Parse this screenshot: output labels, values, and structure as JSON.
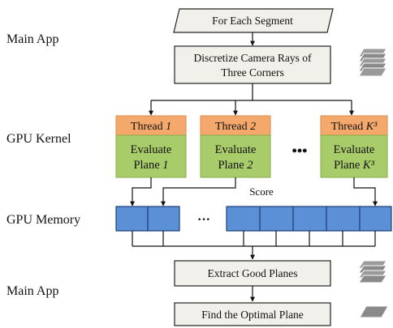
{
  "levels": {
    "main_app_top": "Main App",
    "gpu_kernel": "GPU Kernel",
    "gpu_memory": "GPU Memory",
    "main_app_bottom": "Main App"
  },
  "steps": {
    "for_each_segment": "For Each Segment",
    "discretize_line1": "Discretize Camera Rays of",
    "discretize_line2": "Three Corners",
    "extract": "Extract Good Planes",
    "find_optimal": "Find the Optimal Plane"
  },
  "threads": [
    {
      "thread_label": "Thread",
      "thread_index": "1",
      "eval_line1": "Evaluate",
      "eval_line2": "Plane",
      "plane_index": "1"
    },
    {
      "thread_label": "Thread",
      "thread_index": "2",
      "eval_line1": "Evaluate",
      "eval_line2": "Plane",
      "plane_index": "2"
    },
    {
      "thread_label": "Thread",
      "thread_index": "K³",
      "eval_line1": "Evaluate",
      "eval_line2": "Plane",
      "plane_index": "K³"
    }
  ],
  "ellipsis_kernel": "•••",
  "ellipsis_memory": "···",
  "score_label": "Score",
  "colors": {
    "thread_fill": "#f4a86c",
    "eval_fill": "#a9cc6b",
    "memory_fill": "#5b8fd6",
    "step_fill": "#f2f0ea",
    "stack_fill": "#8a8a8a"
  },
  "icons": [
    "stack-of-planes-icon",
    "stack-of-planes-icon",
    "single-plane-icon"
  ]
}
